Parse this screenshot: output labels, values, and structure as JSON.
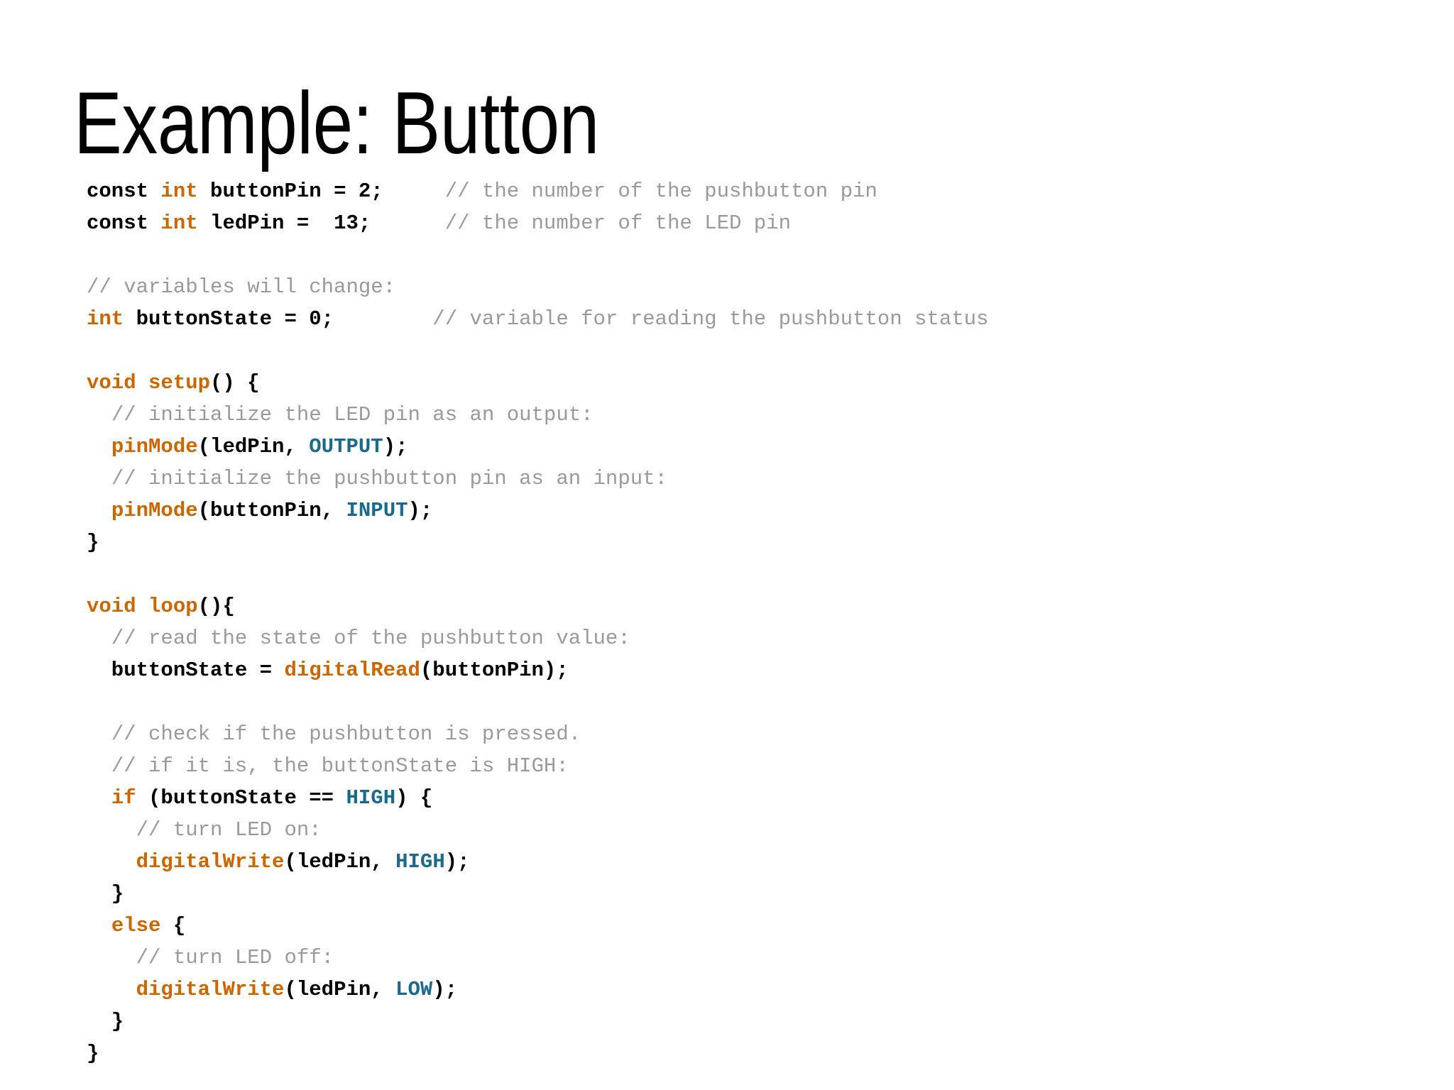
{
  "slide": {
    "title": "Example: Button",
    "background_color": "#FFFFFF"
  },
  "colors": {
    "keyword": "#CC6600",
    "function": "#CC6600",
    "constant": "#1B6A8C",
    "comment": "#9A9A9A",
    "plain": "#000000",
    "title": "#000000",
    "background": "#FFFFFF"
  },
  "code": {
    "language": "arduino",
    "lines": [
      {
        "id": "line-1",
        "tokens": [
          {
            "text": "const ",
            "type": "plain"
          },
          {
            "text": "int",
            "type": "keyword"
          },
          {
            "text": " buttonPin = 2;     ",
            "type": "plain"
          },
          {
            "text": "// the number of the pushbutton pin",
            "type": "comment"
          }
        ]
      },
      {
        "id": "line-2",
        "tokens": [
          {
            "text": "const ",
            "type": "plain"
          },
          {
            "text": "int",
            "type": "keyword"
          },
          {
            "text": " ledPin =  13;      ",
            "type": "plain"
          },
          {
            "text": "// the number of the LED pin",
            "type": "comment"
          }
        ]
      },
      {
        "id": "line-3",
        "tokens": []
      },
      {
        "id": "line-4",
        "tokens": [
          {
            "text": "// variables will change:",
            "type": "comment"
          }
        ]
      },
      {
        "id": "line-5",
        "tokens": [
          {
            "text": "int",
            "type": "keyword"
          },
          {
            "text": " buttonState = 0;        ",
            "type": "plain"
          },
          {
            "text": "// variable for reading the pushbutton status",
            "type": "comment"
          }
        ]
      },
      {
        "id": "line-6",
        "tokens": []
      },
      {
        "id": "line-7",
        "tokens": [
          {
            "text": "void ",
            "type": "keyword"
          },
          {
            "text": "setup",
            "type": "funcname"
          },
          {
            "text": "() {",
            "type": "plain"
          }
        ]
      },
      {
        "id": "line-8",
        "tokens": [
          {
            "text": "  ",
            "type": "plain"
          },
          {
            "text": "// initialize the LED pin as an output:",
            "type": "comment"
          }
        ]
      },
      {
        "id": "line-9",
        "tokens": [
          {
            "text": "  ",
            "type": "plain"
          },
          {
            "text": "pinMode",
            "type": "func"
          },
          {
            "text": "(ledPin, ",
            "type": "plain"
          },
          {
            "text": "OUTPUT",
            "type": "const"
          },
          {
            "text": ");",
            "type": "plain"
          }
        ]
      },
      {
        "id": "line-10",
        "tokens": [
          {
            "text": "  ",
            "type": "plain"
          },
          {
            "text": "// initialize the pushbutton pin as an input:",
            "type": "comment"
          }
        ]
      },
      {
        "id": "line-11",
        "tokens": [
          {
            "text": "  ",
            "type": "plain"
          },
          {
            "text": "pinMode",
            "type": "func"
          },
          {
            "text": "(buttonPin, ",
            "type": "plain"
          },
          {
            "text": "INPUT",
            "type": "const"
          },
          {
            "text": ");",
            "type": "plain"
          }
        ]
      },
      {
        "id": "line-12",
        "tokens": [
          {
            "text": "}",
            "type": "plain"
          }
        ]
      },
      {
        "id": "line-13",
        "tokens": []
      },
      {
        "id": "line-14",
        "tokens": [
          {
            "text": "void ",
            "type": "keyword"
          },
          {
            "text": "loop",
            "type": "funcname"
          },
          {
            "text": "(){",
            "type": "plain"
          }
        ]
      },
      {
        "id": "line-15",
        "tokens": [
          {
            "text": "  ",
            "type": "plain"
          },
          {
            "text": "// read the state of the pushbutton value:",
            "type": "comment"
          }
        ]
      },
      {
        "id": "line-16",
        "tokens": [
          {
            "text": "  buttonState = ",
            "type": "plain"
          },
          {
            "text": "digitalRead",
            "type": "func"
          },
          {
            "text": "(buttonPin);",
            "type": "plain"
          }
        ]
      },
      {
        "id": "line-17",
        "tokens": []
      },
      {
        "id": "line-18",
        "tokens": [
          {
            "text": "  ",
            "type": "plain"
          },
          {
            "text": "// check if the pushbutton is pressed.",
            "type": "comment"
          }
        ]
      },
      {
        "id": "line-19",
        "tokens": [
          {
            "text": "  ",
            "type": "plain"
          },
          {
            "text": "// if it is, the buttonState is HIGH:",
            "type": "comment"
          }
        ]
      },
      {
        "id": "line-20",
        "tokens": [
          {
            "text": "  ",
            "type": "plain"
          },
          {
            "text": "if",
            "type": "keyword"
          },
          {
            "text": " (buttonState == ",
            "type": "plain"
          },
          {
            "text": "HIGH",
            "type": "const"
          },
          {
            "text": ") {",
            "type": "plain"
          }
        ]
      },
      {
        "id": "line-21",
        "tokens": [
          {
            "text": "    ",
            "type": "plain"
          },
          {
            "text": "// turn LED on:",
            "type": "comment"
          }
        ]
      },
      {
        "id": "line-22",
        "tokens": [
          {
            "text": "    ",
            "type": "plain"
          },
          {
            "text": "digitalWrite",
            "type": "func"
          },
          {
            "text": "(ledPin, ",
            "type": "plain"
          },
          {
            "text": "HIGH",
            "type": "const"
          },
          {
            "text": ");",
            "type": "plain"
          }
        ]
      },
      {
        "id": "line-23",
        "tokens": [
          {
            "text": "  }",
            "type": "plain"
          }
        ]
      },
      {
        "id": "line-24",
        "tokens": [
          {
            "text": "  ",
            "type": "plain"
          },
          {
            "text": "else",
            "type": "keyword"
          },
          {
            "text": " {",
            "type": "plain"
          }
        ]
      },
      {
        "id": "line-25",
        "tokens": [
          {
            "text": "    ",
            "type": "plain"
          },
          {
            "text": "// turn LED off:",
            "type": "comment"
          }
        ]
      },
      {
        "id": "line-26",
        "tokens": [
          {
            "text": "    ",
            "type": "plain"
          },
          {
            "text": "digitalWrite",
            "type": "func"
          },
          {
            "text": "(ledPin, ",
            "type": "plain"
          },
          {
            "text": "LOW",
            "type": "const"
          },
          {
            "text": ");",
            "type": "plain"
          }
        ]
      },
      {
        "id": "line-27",
        "tokens": [
          {
            "text": "  }",
            "type": "plain"
          }
        ]
      },
      {
        "id": "line-28",
        "tokens": [
          {
            "text": "}",
            "type": "plain"
          }
        ]
      }
    ]
  }
}
